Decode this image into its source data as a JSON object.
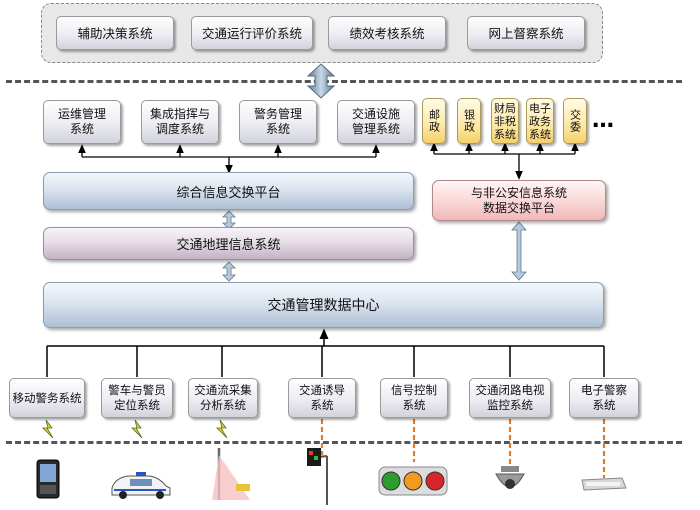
{
  "top_systems": [
    "辅助决策系统",
    "交通运行评价系统",
    "绩效考核系统",
    "网上督察系统"
  ],
  "mid_systems": [
    "运维管理\n系统",
    "集成指挥与\n调度系统",
    "警务管理\n系统",
    "交通设施\n管理系统"
  ],
  "partners": [
    "邮政",
    "银政",
    "财局\n非税\n系统",
    "电子\n政务\n系统",
    "交委"
  ],
  "ellipsis": "…",
  "platforms": {
    "exchange": "综合信息交换平台",
    "gis": "交通地理信息系统",
    "external": "与非公安信息系统\n数据交换平台",
    "datacenter": "交通管理数据中心"
  },
  "bottom_systems": [
    "移动警务系统",
    "警车与警员\n定位系统",
    "交通流采集\n分析系统",
    "交通诱导\n系统",
    "信号控制\n系统",
    "交通闭路电视\n监控系统",
    "电子警察\n系统"
  ],
  "devices": [
    "phone-icon",
    "police-car-icon",
    "detector-icon",
    "guidance-sign-icon",
    "traffic-light-icon",
    "cctv-camera-icon",
    "camera-flash-icon"
  ]
}
